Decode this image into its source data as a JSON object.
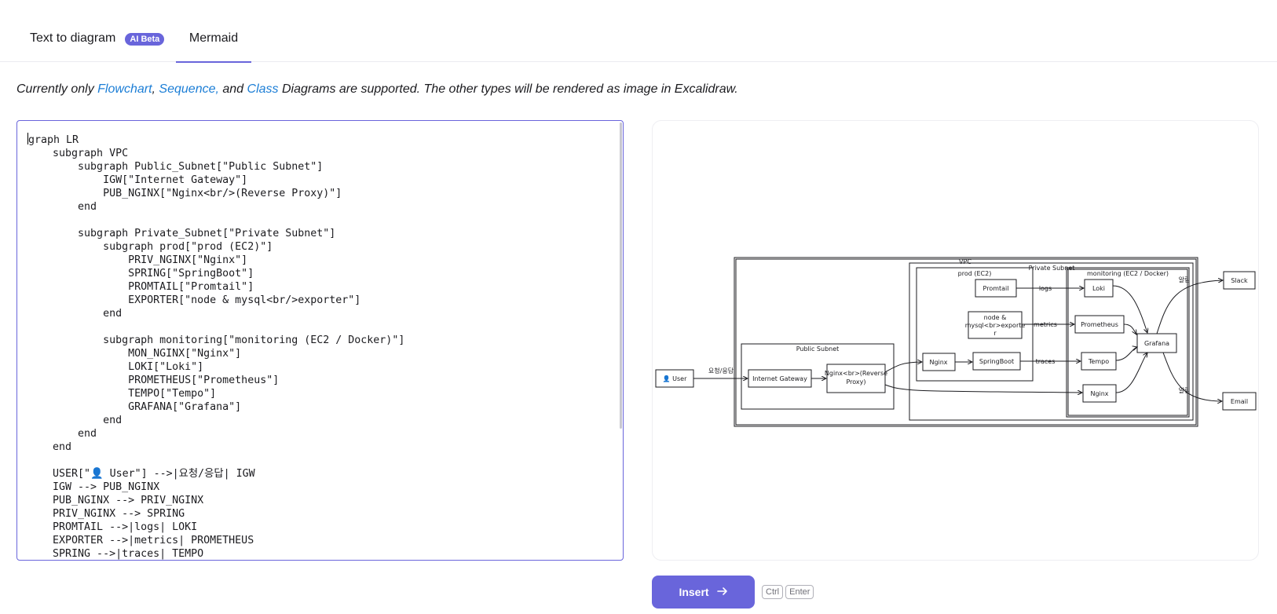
{
  "tabs": {
    "text_to_diagram": "Text to diagram",
    "ai_badge": "AI Beta",
    "mermaid": "Mermaid"
  },
  "info": {
    "prefix": "Currently only ",
    "flowchart": "Flowchart",
    "comma": ",",
    "sequence": "Sequence,",
    "and": " and ",
    "class": "Class",
    "suffix": " Diagrams are supported. The other types will be rendered as image in Excalidraw."
  },
  "editor": {
    "first_line_rest": "raph LR",
    "first_char": "g",
    "code": "    subgraph VPC\n        subgraph Public_Subnet[\"Public Subnet\"]\n            IGW[\"Internet Gateway\"]\n            PUB_NGINX[\"Nginx<br/>(Reverse Proxy)\"]\n        end\n\n        subgraph Private_Subnet[\"Private Subnet\"]\n            subgraph prod[\"prod (EC2)\"]\n                PRIV_NGINX[\"Nginx\"]\n                SPRING[\"SpringBoot\"]\n                PROMTAIL[\"Promtail\"]\n                EXPORTER[\"node & mysql<br/>exporter\"]\n            end\n\n            subgraph monitoring[\"monitoring (EC2 / Docker)\"]\n                MON_NGINX[\"Nginx\"]\n                LOKI[\"Loki\"]\n                PROMETHEUS[\"Prometheus\"]\n                TEMPO[\"Tempo\"]\n                GRAFANA[\"Grafana\"]\n            end\n        end\n    end\n\n    USER[\"👤 User\"] -->|요청/응답| IGW\n    IGW --> PUB_NGINX\n    PUB_NGINX --> PRIV_NGINX\n    PRIV_NGINX --> SPRING\n    PROMTAIL -->|logs| LOKI\n    EXPORTER -->|metrics| PROMETHEUS\n    SPRING -->|traces| TEMPO"
  },
  "preview": {
    "vpc": "VPC",
    "private_subnet": "Private Subnet",
    "public_subnet": "Public Subnet",
    "prod": "prod (EC2)",
    "monitoring": "monitoring (EC2 / Docker)",
    "user": "👤 User",
    "user_edge": "요청/응답",
    "igw": "Internet Gateway",
    "pub_nginx_1": "Nginx<br>(Reverse",
    "pub_nginx_2": "Proxy)",
    "promtail": "Promtail",
    "exporter_1": "node &",
    "exporter_2": "mysql<br>exporte",
    "exporter_3": "r",
    "priv_nginx": "Nginx",
    "springboot": "SpringBoot",
    "loki": "Loki",
    "prometheus": "Prometheus",
    "tempo": "Tempo",
    "mon_nginx": "Nginx",
    "grafana": "Grafana",
    "slack": "Slack",
    "email": "Email",
    "logs": "logs",
    "metrics": "metrics",
    "traces": "traces",
    "alert_1": "알림",
    "alert_2": "알림"
  },
  "actions": {
    "insert": "Insert",
    "key_ctrl": "Ctrl",
    "key_enter": "Enter"
  },
  "colors": {
    "accent": "#6965db",
    "link": "#1c7ed6"
  }
}
